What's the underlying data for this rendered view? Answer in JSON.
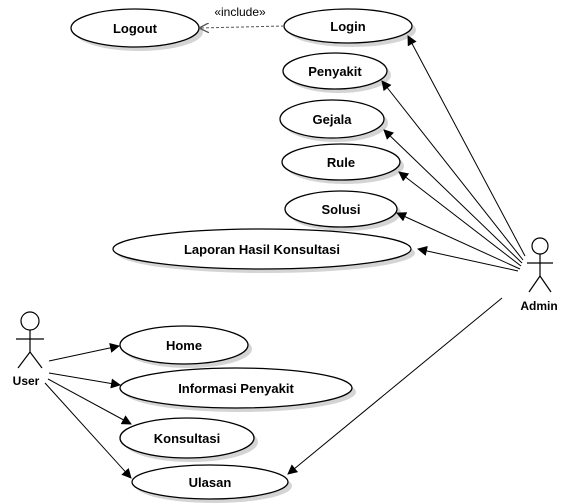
{
  "actors": {
    "admin": {
      "label": "Admin",
      "icon": "stick-figure-icon"
    },
    "user": {
      "label": "User",
      "icon": "stick-figure-icon"
    }
  },
  "use_cases": {
    "logout": "Logout",
    "login": "Login",
    "penyakit": "Penyakit",
    "gejala": "Gejala",
    "rule": "Rule",
    "solusi": "Solusi",
    "laporan": "Laporan Hasil Konsultasi",
    "home": "Home",
    "informasi": "Informasi Penyakit",
    "konsultasi": "Konsultasi",
    "ulasan": "Ulasan"
  },
  "relations": {
    "include_label": "«include»"
  },
  "colors": {
    "line": "#000000",
    "shadow": "#d4d4d4",
    "dashed": "#555555"
  }
}
